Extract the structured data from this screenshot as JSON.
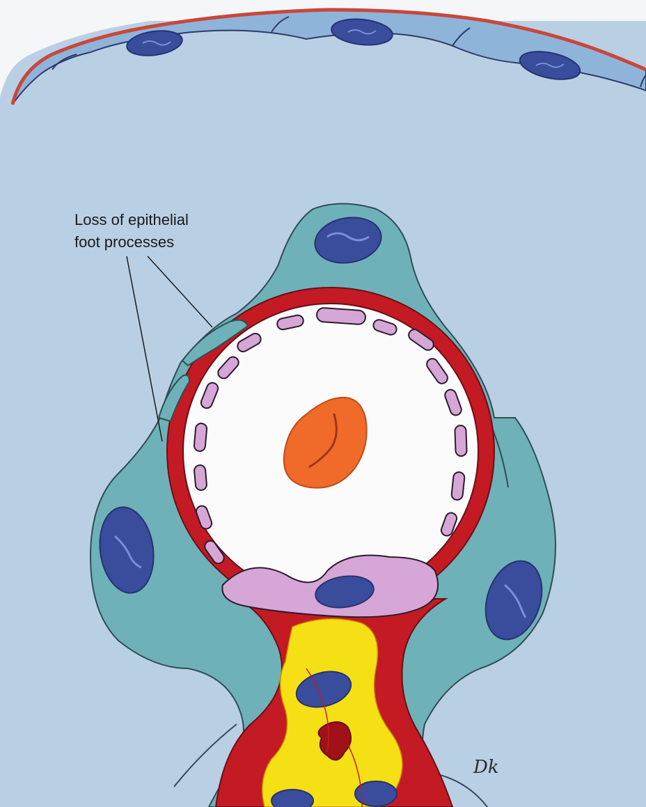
{
  "figure": {
    "annotation": {
      "line1": "Loss of epithelial",
      "line2": "foot processes"
    },
    "signature": "Dk",
    "colors": {
      "interstitium": "#b9cfe4",
      "capsule_cell": "#8fb4da",
      "capsule_membrane": "#c8483a",
      "podocyte": "#6fb1b8",
      "nucleus": "#3a4c9c",
      "basement_membrane": "#c41a24",
      "capillary_lumen": "#fbfbfb",
      "endothelium": "#d6a6d6",
      "mesangium": "#f5e015",
      "red_cell": "#f06a2a"
    },
    "parts": [
      "parietal-epithelium",
      "podocyte",
      "glomerular-basement-membrane",
      "capillary-lumen",
      "endothelial-cell",
      "red-blood-cell",
      "mesangial-stalk"
    ]
  }
}
